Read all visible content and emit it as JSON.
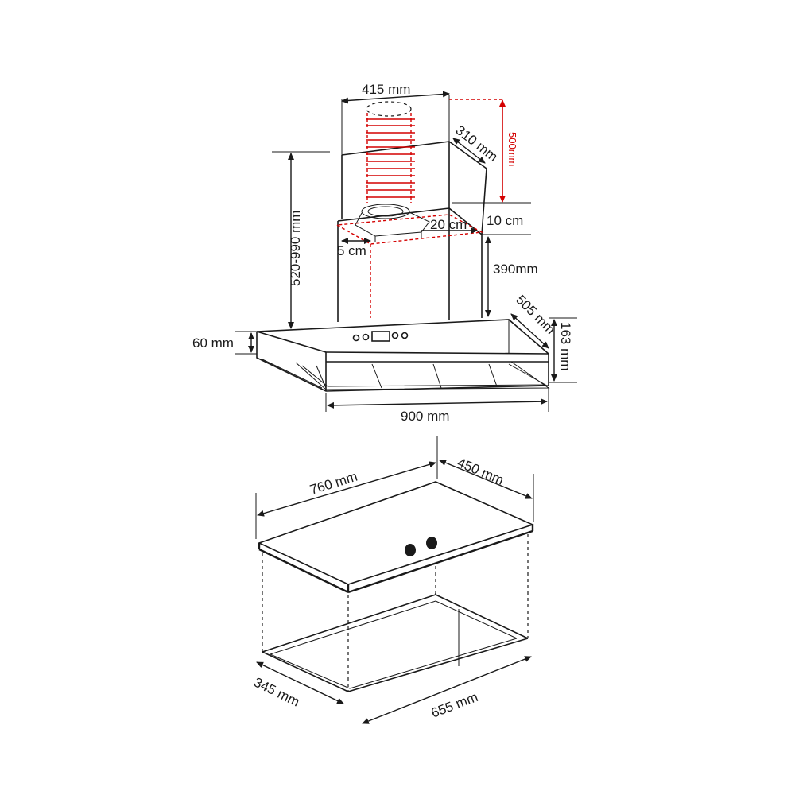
{
  "hood": {
    "top_width": "415 mm",
    "chimney_depth": "310 mm",
    "duct_height": "500mm",
    "adjust_range": "520-990 mm",
    "clearance_top": "10 cm",
    "duct_offset_side": "20 cm",
    "duct_offset_front": "5 cm",
    "lower_chimney": "390mm",
    "canopy_depth": "505 mm",
    "canopy_height": "60 mm",
    "total_height": "163 mm",
    "width": "900 mm"
  },
  "hob": {
    "width": "760 mm",
    "depth": "450 mm",
    "cutout_depth": "345 mm",
    "cutout_width": "655 mm"
  },
  "colors": {
    "line": "#1a1a1a",
    "accent": "#d40000"
  }
}
